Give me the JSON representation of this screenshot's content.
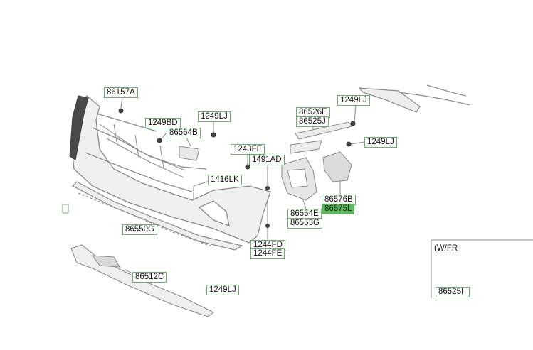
{
  "labels": {
    "p86157A": "86157A",
    "p1249BD": "1249BD",
    "p1249LJ_a": "1249LJ",
    "p86564B": "86564B",
    "p1243FE": "1243FE",
    "p1491AD": "1491AD",
    "p1416LK": "1416LK",
    "p86526E": "86526E",
    "p86525J": "86525J",
    "p1249LJ_b": "1249LJ",
    "p1249LJ_c": "1249LJ",
    "p86576B": "86576B",
    "p86575L": "86575L",
    "p86554E": "86554E",
    "p86553G": "86553G",
    "p86550G": "86550G",
    "p1244FD": "1244FD",
    "p1244FE": "1244FE",
    "p86512C": "86512C",
    "p1249LJ_d": "1249LJ",
    "p86525_partial": "86525I"
  },
  "inset_title": "(W/FR",
  "colors": {
    "label_border": "#6fae6f",
    "selected_fill": "#5fb55f",
    "part_stroke": "#8a8a8a"
  }
}
